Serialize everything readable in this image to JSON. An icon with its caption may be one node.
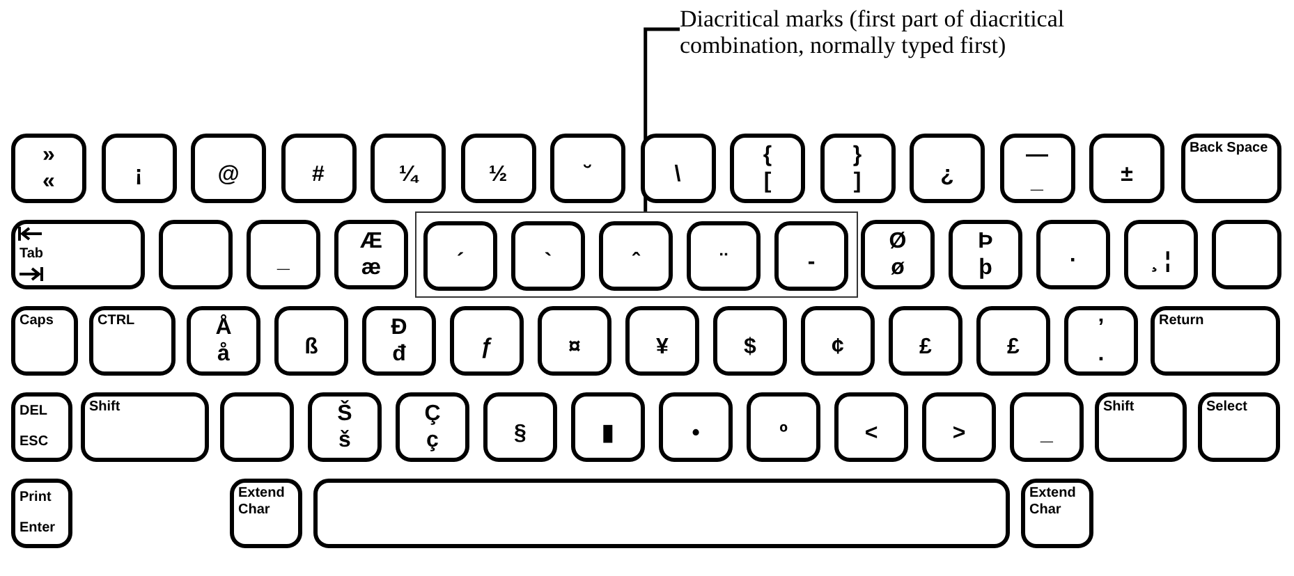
{
  "diagram": {
    "nodes": [
      {
        "text": [
          "Diacritical marks (first part of diacritical combination, normally typed first)"
        ]
      },
      {
        "text": [
          "»",
          "«"
        ]
      },
      {
        "text": [
          "¡"
        ]
      },
      {
        "text": [
          "@"
        ]
      },
      {
        "text": [
          "#"
        ]
      },
      {
        "text": [
          "¼"
        ]
      },
      {
        "text": [
          "½"
        ]
      },
      {
        "text": [
          "˘"
        ]
      },
      {
        "text": [
          "\\"
        ]
      },
      {
        "text": [
          "{",
          "["
        ]
      },
      {
        "text": [
          "}",
          "]"
        ]
      },
      {
        "text": [
          "¿"
        ]
      },
      {
        "text": [
          "—",
          "_"
        ]
      },
      {
        "text": [
          "±"
        ]
      },
      {
        "text": [
          "Back Space"
        ]
      },
      {
        "text": [
          "Tab"
        ]
      },
      {
        "text": [],
        "shape": "box"
      },
      {
        "text": [
          "_"
        ]
      },
      {
        "text": [
          "Æ",
          "æ"
        ]
      },
      {
        "text": [],
        "shape": "box"
      },
      {
        "text": [
          "´"
        ],
        "in": 19
      },
      {
        "text": [
          "`"
        ],
        "in": 19
      },
      {
        "text": [
          "ˆ"
        ],
        "in": 19
      },
      {
        "text": [
          "¨"
        ],
        "in": 19
      },
      {
        "text": [
          "-"
        ],
        "in": 19
      },
      {
        "text": [
          "Ø",
          "ø"
        ]
      },
      {
        "text": [
          "Þ",
          "þ"
        ]
      },
      {
        "text": [
          "·"
        ]
      },
      {
        "text": [
          "¸ ¦"
        ]
      },
      {
        "text": [],
        "shape": "box"
      },
      {
        "text": [
          "Caps"
        ]
      },
      {
        "text": [
          "CTRL"
        ]
      },
      {
        "text": [
          "Å",
          "å"
        ]
      },
      {
        "text": [
          "ß"
        ]
      },
      {
        "text": [
          "Đ",
          "đ"
        ]
      },
      {
        "text": [
          "ƒ"
        ]
      },
      {
        "text": [
          "¤"
        ]
      },
      {
        "text": [
          "¥"
        ]
      },
      {
        "text": [
          "$"
        ]
      },
      {
        "text": [
          "¢"
        ]
      },
      {
        "text": [
          "£"
        ]
      },
      {
        "text": [
          "£"
        ]
      },
      {
        "text": [
          "’",
          "."
        ]
      },
      {
        "text": [
          "Return"
        ]
      },
      {
        "text": [
          "DEL",
          "ESC"
        ]
      },
      {
        "text": [
          "Shift"
        ]
      },
      {
        "text": [],
        "shape": "box"
      },
      {
        "text": [
          "Š",
          "š"
        ]
      },
      {
        "text": [
          "Ç",
          "ç"
        ]
      },
      {
        "text": [
          "§"
        ]
      },
      {
        "text": [
          "▮"
        ]
      },
      {
        "text": [
          "•"
        ]
      },
      {
        "text": [
          "º"
        ]
      },
      {
        "text": [
          "<"
        ]
      },
      {
        "text": [
          ">"
        ]
      },
      {
        "text": [
          "_"
        ]
      },
      {
        "text": [
          "Shift"
        ]
      },
      {
        "text": [
          "Select"
        ]
      },
      {
        "text": [
          "Print",
          "Enter"
        ]
      },
      {
        "text": [
          "Extend Char"
        ]
      },
      {
        "text": [],
        "shape": "box"
      },
      {
        "text": [
          "Extend Char"
        ]
      }
    ],
    "edges": [
      {
        "from": 0,
        "to": 19,
        "arrow": "none"
      }
    ]
  }
}
